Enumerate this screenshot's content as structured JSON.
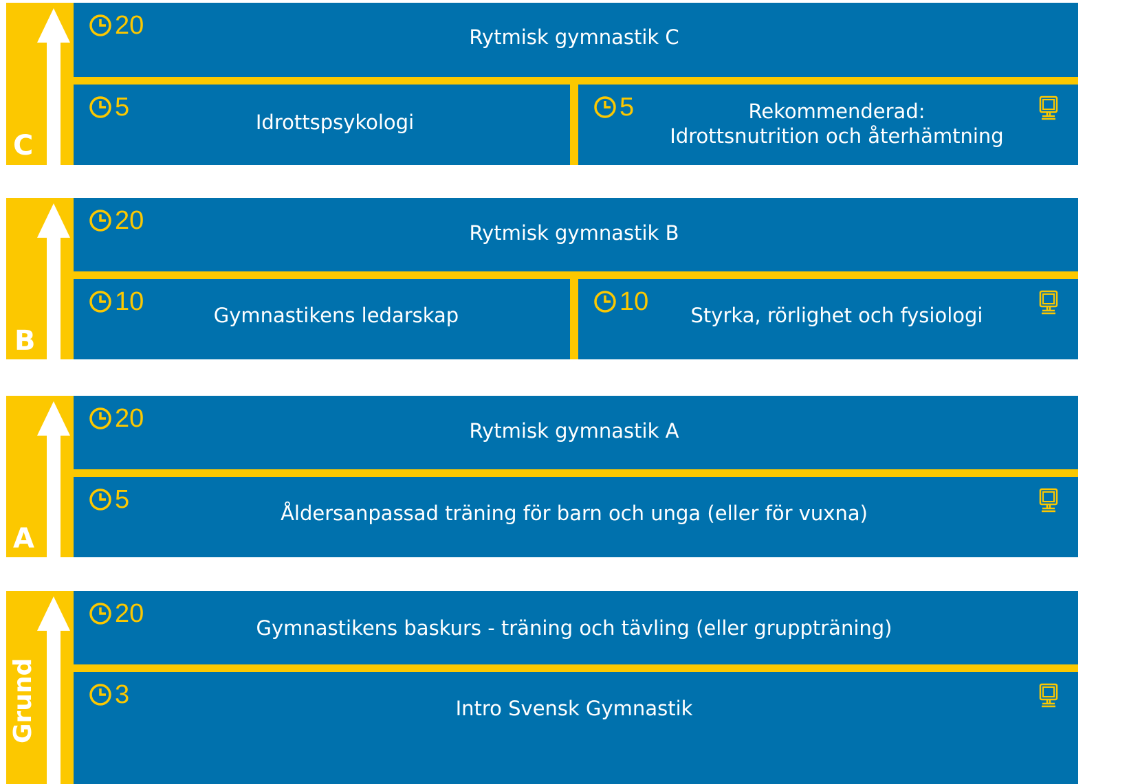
{
  "levels": [
    {
      "label": "C",
      "main": {
        "hours": "20",
        "title": "Rytmisk gymnastik C"
      },
      "left": {
        "hours": "5",
        "title": "Idrottspsykologi"
      },
      "right": {
        "hours": "5",
        "title_line1": "Rekommenderad:",
        "title_line2": "Idrottsnutrition och återhämtning",
        "icon": "computer-monitor-icon"
      }
    },
    {
      "label": "B",
      "main": {
        "hours": "20",
        "title": "Rytmisk gymnastik B"
      },
      "left": {
        "hours": "10",
        "title": "Gymnastikens ledarskap"
      },
      "right": {
        "hours": "10",
        "title": "Styrka, rörlighet och fysiologi",
        "icon": "computer-monitor-icon"
      }
    },
    {
      "label": "A",
      "main": {
        "hours": "20",
        "title": "Rytmisk gymnastik A"
      },
      "bottom": {
        "hours": "5",
        "title": "Åldersanpassad träning för barn och unga (eller för vuxna)",
        "icon": "computer-monitor-icon"
      }
    },
    {
      "label": "Grund",
      "main": {
        "hours": "20",
        "title": "Gymnastikens baskurs - träning och tävling (eller gruppträning)"
      },
      "bottom": {
        "hours": "3",
        "title": "Intro Svensk Gymnastik",
        "icon": "computer-monitor-icon"
      }
    }
  ],
  "colors": {
    "panel": "#0071ad",
    "accent": "#fcc800",
    "text": "#ffffff",
    "background": "#ffffff"
  },
  "icons": {
    "hours": "clock-icon",
    "online": "computer-monitor-icon"
  }
}
